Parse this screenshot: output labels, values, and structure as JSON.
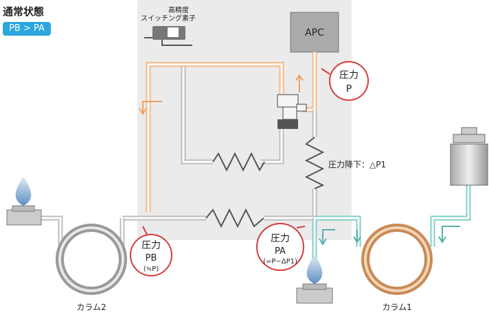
{
  "header": {
    "title": "通常状態",
    "badge": "PB > PA"
  },
  "device": {
    "switch_label_line1": "高精度",
    "switch_label_line2": "スイッチング素子",
    "apc_label": "APC",
    "restrictor_label": "圧力降下：△P1"
  },
  "bubbles": {
    "p": {
      "line1": "圧力",
      "line2": "P"
    },
    "pb": {
      "line1": "圧力",
      "line2": "PB",
      "line3": "(≒P)"
    },
    "pa": {
      "line1": "圧力",
      "line2": "PA",
      "line3": "(=P−ΔP1)"
    }
  },
  "columns": {
    "column2": "カラム2",
    "column1": "カラム1"
  },
  "colors": {
    "orange": "#f5b885",
    "cyan": "#7fd0c6",
    "gray": "#bdbdbd",
    "red": "#d43b3b",
    "panel": "#ebebeb"
  }
}
